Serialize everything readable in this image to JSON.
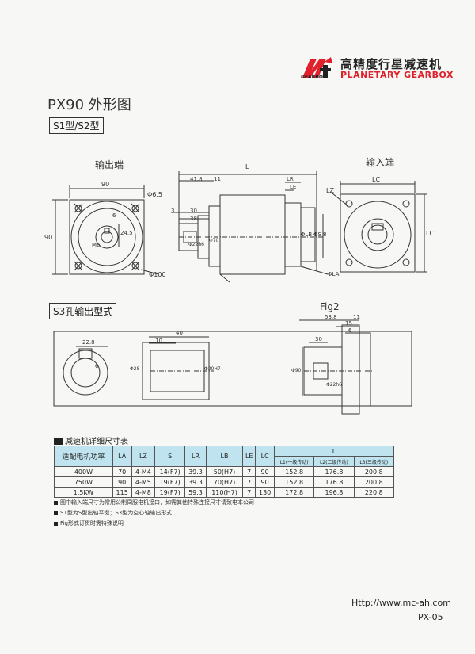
{
  "header": {
    "brand_cn": "高精度行星减速机",
    "brand_en": "PLANETARY GEARBOX",
    "logo_small": "GEARBOX",
    "brand_color": "#e0202a"
  },
  "title": "PX90 外形图",
  "type_label": "S1型/S2型",
  "output_end": {
    "label": "输出端",
    "width": "90",
    "height": "90",
    "hole": "Φ6.5",
    "key_width": "6",
    "key_depth": "24.5",
    "thread": "M6",
    "flange": "Φ100"
  },
  "side_view": {
    "overall": "L",
    "d41": "41.8",
    "d11": "11",
    "d3": "3",
    "d30": "30",
    "d38": "38",
    "shaft": "Φ22h6",
    "pilot": "Φ70",
    "lr": "LR",
    "le": "LE",
    "lb": "ΦLB",
    "s": "ΦS",
    "d8": "8",
    "la": "ΦLA"
  },
  "input_end": {
    "label": "输入端",
    "lc": "LC",
    "lz": "LZ",
    "lc_side": "LC"
  },
  "s3_label": "S3孔输出型式",
  "s3": {
    "d22": "22.8",
    "d10": "10",
    "d40": "40",
    "d6": "6",
    "d28": "Φ28",
    "d20": "Φ20H7"
  },
  "fig2": {
    "label": "Fig2",
    "d53": "53.8",
    "d11": "11",
    "d15": "15",
    "d6": "6",
    "d30": "30",
    "d90": "Φ90",
    "d22": "Φ22h6"
  },
  "table": {
    "title": "减速机详细尺寸表",
    "headers": [
      "适配电机功率",
      "LA",
      "LZ",
      "S",
      "LR",
      "LB",
      "LE",
      "LC"
    ],
    "l_header": "L",
    "l_sub": [
      "L1(一级传动)",
      "L2(二级传动)",
      "L3(三级传动)"
    ],
    "rows": [
      [
        "400W",
        "70",
        "4-M4",
        "14(F7)",
        "39.3",
        "50(H7)",
        "7",
        "90",
        "152.8",
        "176.8",
        "200.8"
      ],
      [
        "750W",
        "90",
        "4-M5",
        "19(F7)",
        "39.3",
        "70(H7)",
        "7",
        "90",
        "152.8",
        "176.8",
        "200.8"
      ],
      [
        "1.5KW",
        "115",
        "4-M8",
        "19(F7)",
        "59.3",
        "110(H7)",
        "7",
        "130",
        "172.8",
        "196.8",
        "220.8"
      ]
    ],
    "header_color": "#bfe3ef"
  },
  "notes": [
    "图中输入端尺寸为常用公制伺服电机接口，如需其他特殊连接尺寸请致电本公司",
    "S1型为S型出轴平键；S3型为空心轴输出形式",
    "Fig形式订货时需特殊说明"
  ],
  "footer": {
    "url": "Http://www.mc-ah.com",
    "page": "PX-05"
  }
}
